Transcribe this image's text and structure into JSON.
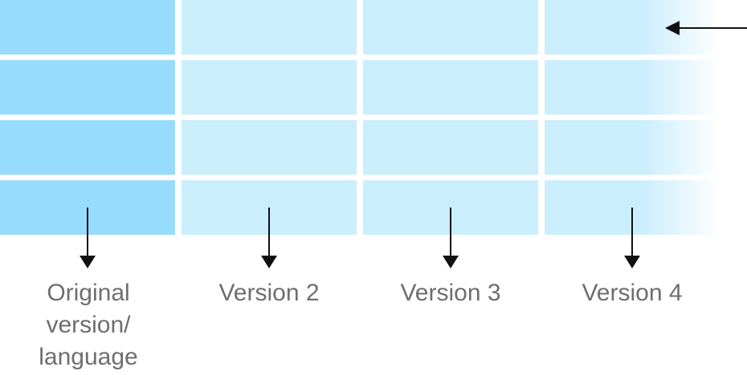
{
  "diagram": {
    "columns": [
      {
        "label": "Original\nversion/\nlanguage",
        "color": "#97dcfc"
      },
      {
        "label": "Version 2",
        "color": "#cbeefd"
      },
      {
        "label": "Version 3",
        "color": "#cbeefd"
      },
      {
        "label": "Version 4",
        "color": "#cbeefd"
      }
    ],
    "rows": 4,
    "text_color": "#6e6e6e",
    "arrow_color": "#111111"
  }
}
